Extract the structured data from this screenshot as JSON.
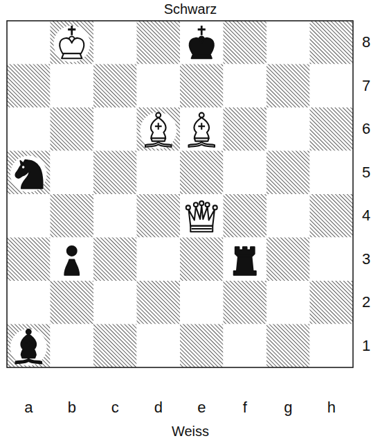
{
  "diagram": {
    "labels": [
      "Schwarz",
      "8",
      "7",
      "6",
      "5",
      "4",
      "3",
      "2",
      "1",
      "a",
      "b",
      "c",
      "d",
      "e",
      "f",
      "g",
      "h",
      "Weiss"
    ]
  }
}
